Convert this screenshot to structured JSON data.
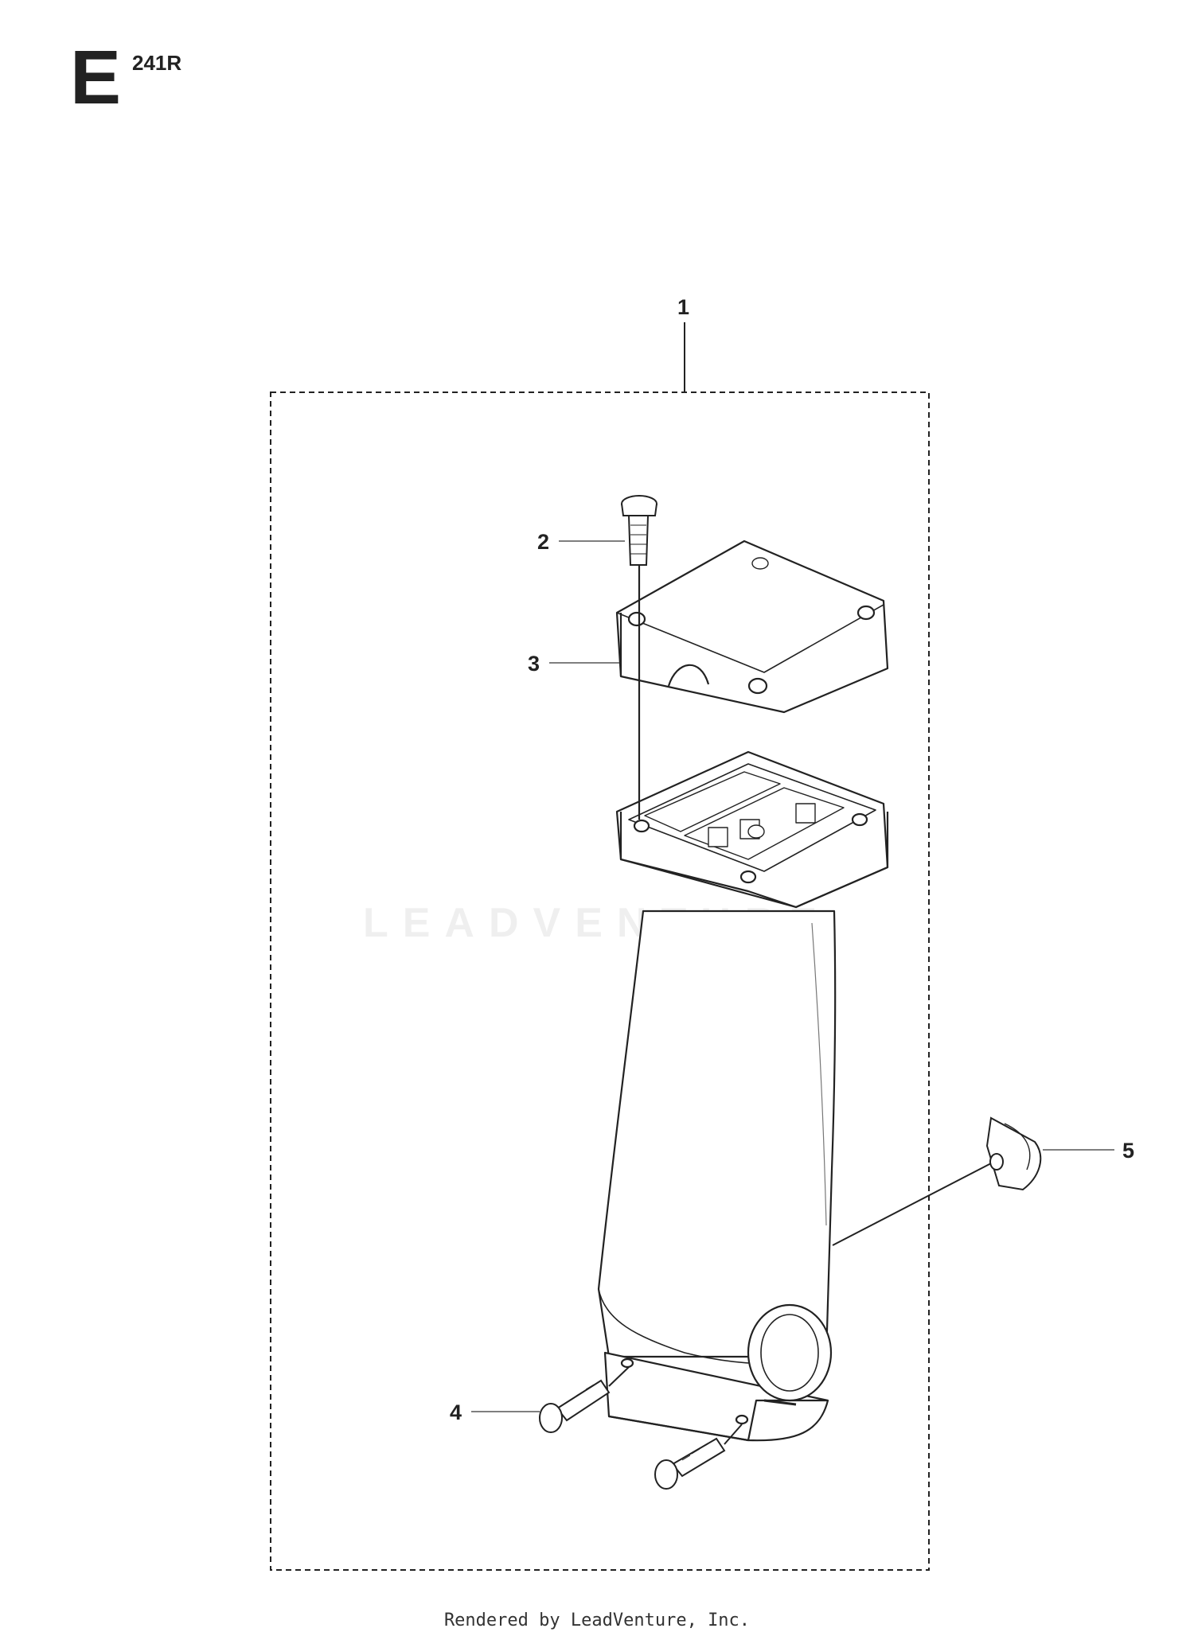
{
  "header": {
    "section": "E",
    "model": "241R"
  },
  "callouts": [
    "1",
    "2",
    "3",
    "4",
    "5"
  ],
  "watermark": "LEADVENTURE",
  "footer": "Rendered by LeadVenture, Inc.",
  "colors": {
    "line": "#222222",
    "watermark": "#cccccc"
  }
}
